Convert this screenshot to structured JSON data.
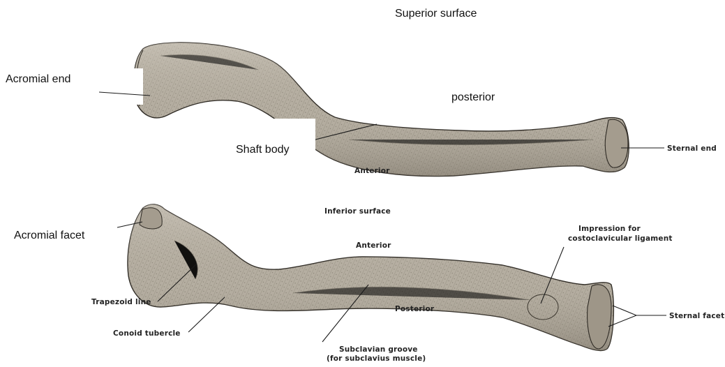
{
  "top_view": {
    "title": "Superior surface",
    "labels": {
      "acromial_end": "Acromial end",
      "posterior": "posterior",
      "shaft_body": "Shaft  body",
      "anterior": "Anterior",
      "sternal_end": "Sternal end"
    }
  },
  "bottom_view": {
    "title": "Inferior surface",
    "labels": {
      "acromial_facet": "Acromial facet",
      "anterior": "Anterior",
      "impression_line1": "Impression for",
      "impression_line2": "costoclavicular ligament",
      "trapezoid_line": "Trapezoid line",
      "conoid_tubercle": "Conoid tubercle",
      "posterior": "Posterior",
      "sternal_facet": "Sternal facet",
      "subclavian_line1": "Subclavian groove",
      "subclavian_line2": "(for subclavius muscle)"
    }
  },
  "colors": {
    "bone_fill": "#b5aea1",
    "bone_shadow": "#8f877a",
    "background": "#ffffff"
  }
}
